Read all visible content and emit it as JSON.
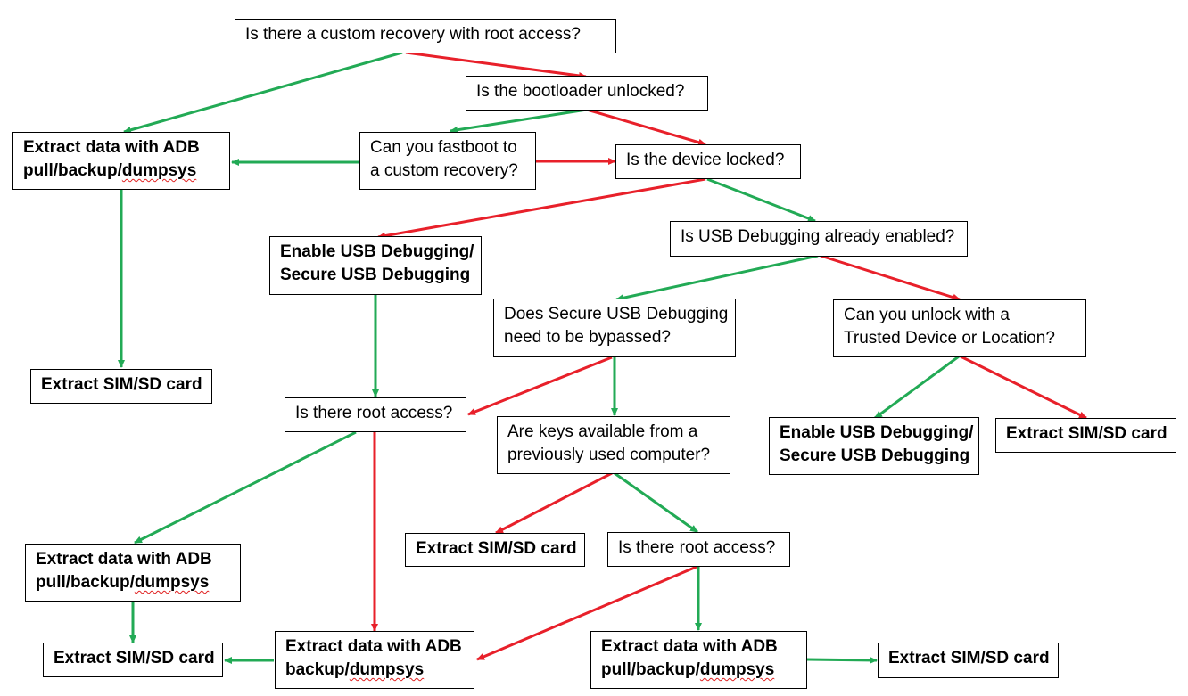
{
  "colors": {
    "yes": "#22aa55",
    "no": "#e8202a"
  },
  "nodes": {
    "q_custom_recovery": {
      "lines": [
        "Is there a custom recovery with root access?"
      ]
    },
    "q_bootloader": {
      "lines": [
        "Is the bootloader unlocked?"
      ]
    },
    "extract_adb_top": {
      "lines": [
        "Extract data with ADB",
        "pull/backup/",
        "dumpsys"
      ]
    },
    "q_fastboot": {
      "lines": [
        "Can you fastboot to",
        "a custom recovery?"
      ]
    },
    "q_locked": {
      "lines": [
        "Is the device locked?"
      ]
    },
    "enable_usb_left": {
      "lines": [
        "Enable USB Debugging/",
        "Secure USB Debugging"
      ]
    },
    "q_usb_enabled": {
      "lines": [
        "Is USB Debugging already enabled?"
      ]
    },
    "q_secure_usb": {
      "lines": [
        "Does Secure USB Debugging",
        "need to be bypassed?"
      ]
    },
    "q_trusted": {
      "lines": [
        "Can you unlock with a",
        "Trusted Device or Location?"
      ]
    },
    "sim_left": {
      "lines": [
        "Extract SIM/SD card"
      ]
    },
    "q_root_left": {
      "lines": [
        "Is there root access?"
      ]
    },
    "q_keys": {
      "lines": [
        "Are keys available from a",
        "previously used computer?"
      ]
    },
    "enable_usb_right": {
      "lines": [
        "Enable USB Debugging/",
        "Secure USB Debugging"
      ]
    },
    "sim_right": {
      "lines": [
        "Extract SIM/SD card"
      ]
    },
    "extract_adb_left": {
      "lines": [
        "Extract data with ADB",
        "pull/backup/",
        "dumpsys"
      ]
    },
    "sim_mid": {
      "lines": [
        "Extract SIM/SD card"
      ]
    },
    "q_root_mid": {
      "lines": [
        "Is there root access?"
      ]
    },
    "sim_bottom_left": {
      "lines": [
        "Extract SIM/SD card"
      ]
    },
    "extract_adb_backup": {
      "lines": [
        "Extract data with ADB",
        "backup/",
        "dumpsys"
      ]
    },
    "extract_adb_bottom": {
      "lines": [
        "Extract data with ADB",
        "pull/backup/",
        "dumpsys"
      ]
    },
    "sim_bottom_right": {
      "lines": [
        "Extract SIM/SD card"
      ]
    }
  },
  "edges": [
    {
      "from": "q_custom_recovery",
      "to": "extract_adb_top",
      "answer": "yes"
    },
    {
      "from": "q_custom_recovery",
      "to": "q_bootloader",
      "answer": "no"
    },
    {
      "from": "q_bootloader",
      "to": "q_fastboot",
      "answer": "yes"
    },
    {
      "from": "q_bootloader",
      "to": "q_locked",
      "answer": "no"
    },
    {
      "from": "q_fastboot",
      "to": "extract_adb_top",
      "answer": "yes"
    },
    {
      "from": "q_fastboot",
      "to": "q_locked",
      "answer": "no"
    },
    {
      "from": "extract_adb_top",
      "to": "sim_left",
      "answer": "yes"
    },
    {
      "from": "q_locked",
      "to": "enable_usb_left",
      "answer": "no"
    },
    {
      "from": "q_locked",
      "to": "q_usb_enabled",
      "answer": "yes"
    },
    {
      "from": "enable_usb_left",
      "to": "q_root_left",
      "answer": "yes"
    },
    {
      "from": "q_usb_enabled",
      "to": "q_secure_usb",
      "answer": "yes"
    },
    {
      "from": "q_usb_enabled",
      "to": "q_trusted",
      "answer": "no"
    },
    {
      "from": "q_secure_usb",
      "to": "q_root_left",
      "answer": "no"
    },
    {
      "from": "q_secure_usb",
      "to": "q_keys",
      "answer": "yes"
    },
    {
      "from": "q_trusted",
      "to": "enable_usb_right",
      "answer": "yes"
    },
    {
      "from": "q_trusted",
      "to": "sim_right",
      "answer": "no"
    },
    {
      "from": "q_root_left",
      "to": "extract_adb_left",
      "answer": "yes"
    },
    {
      "from": "q_root_left",
      "to": "extract_adb_backup",
      "answer": "no"
    },
    {
      "from": "extract_adb_left",
      "to": "sim_bottom_left",
      "answer": "yes"
    },
    {
      "from": "q_keys",
      "to": "sim_mid",
      "answer": "no"
    },
    {
      "from": "q_keys",
      "to": "q_root_mid",
      "answer": "yes"
    },
    {
      "from": "q_root_mid",
      "to": "extract_adb_backup",
      "answer": "no"
    },
    {
      "from": "q_root_mid",
      "to": "extract_adb_bottom",
      "answer": "yes"
    },
    {
      "from": "extract_adb_backup",
      "to": "sim_bottom_left",
      "answer": "yes"
    },
    {
      "from": "extract_adb_bottom",
      "to": "sim_bottom_right",
      "answer": "yes"
    }
  ]
}
